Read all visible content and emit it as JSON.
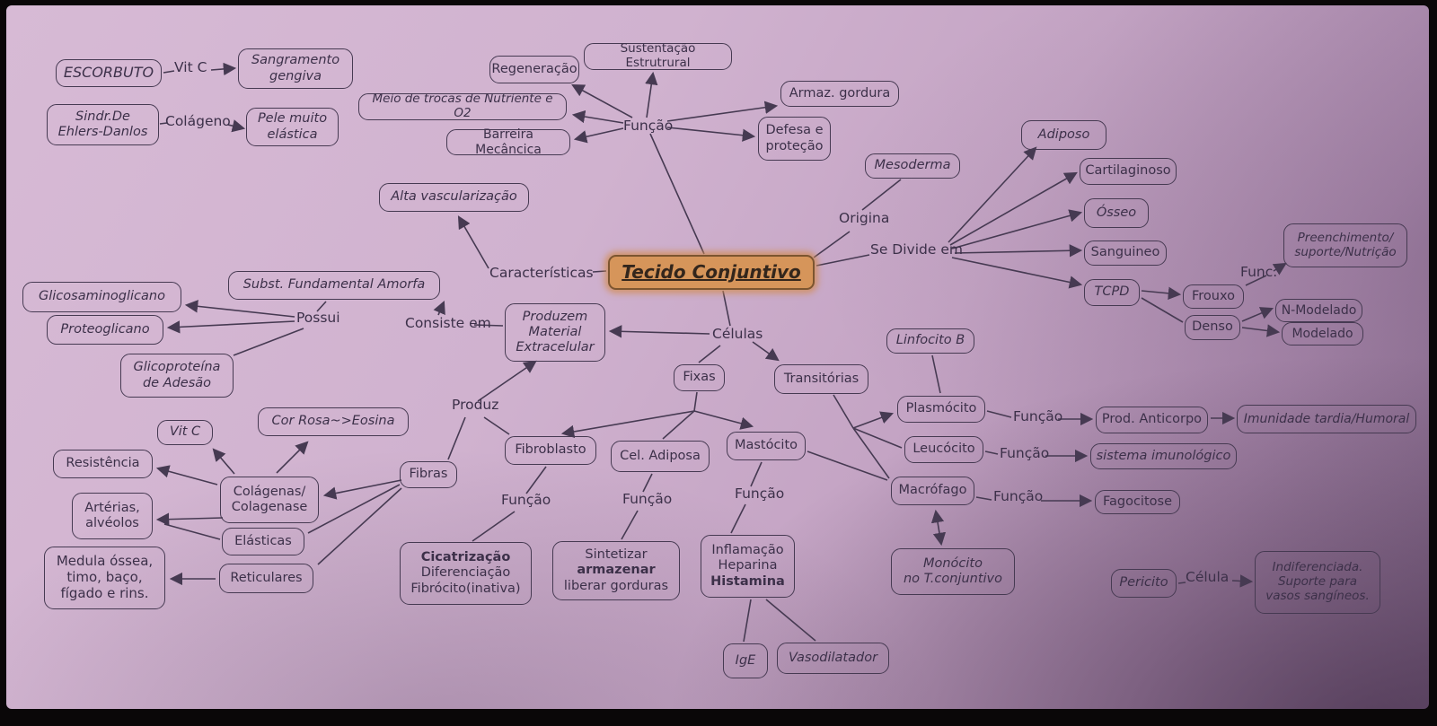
{
  "colors": {
    "paper": "#cbadca",
    "ink": "#463a52",
    "highlight": "#d6955a"
  },
  "center": {
    "label": "Tecido Conjuntivo"
  },
  "nodes": {
    "escorbuto": "ESCORBUTO",
    "sangramento": "Sangramento\ngengiva",
    "sindr": "Sindr.De\nEhlers-Danlos",
    "pele": "Pele muito\nelástica",
    "regeneracao": "Regeneração",
    "sustentacao": "Sustentação Estrutrural",
    "meio": "Meio de trocas de Nutriente e O2",
    "armaz": "Armaz. gordura",
    "barreira": "Barreira Mecâncica",
    "defesa": "Defesa e\nproteção",
    "mesoderma": "Mesoderma",
    "adiposo": "Adiposo",
    "cartilaginoso": "Cartilaginoso",
    "osseo": "Ósseo",
    "sanguineo": "Sanguineo",
    "tcpd": "TCPD",
    "preenchimento": "Preenchimento/\nsuporte/Nutrição",
    "frouxo": "Frouxo",
    "nmodelado": "N-Modelado",
    "denso": "Denso",
    "modelado": "Modelado",
    "alta": "Alta vascularização",
    "subst": "Subst. Fundamental Amorfa",
    "glicosamino": "Glicosaminoglicano",
    "proteoglicano": "Proteoglicano",
    "glicoproteina": "Glicoproteína\nde Adesão",
    "produzem": "Produzem\nMaterial\nExtracelular",
    "fixas": "Fixas",
    "transitorias": "Transitórias",
    "linfocito": "Linfocito B",
    "plasmocito": "Plasmócito",
    "vitc2": "Vit C",
    "corrosa": "Cor Rosa~>Eosina",
    "prodanticorpo": "Prod. Anticorpo",
    "imunidade": "Imunidade tardia/Humoral",
    "fibroblasto": "Fibroblasto",
    "celadiposa": "Cel. Adiposa",
    "mastocito": "Mastócito",
    "resistencia": "Resistência",
    "leucocito": "Leucócito",
    "sistema": "sistema imunológico",
    "fibras": "Fibras",
    "colagenas": "Colágenas/\nColagenase",
    "macrofago": "Macrófago",
    "fagocitose": "Fagocitose",
    "arterias": "Artérias,\nalvéolos",
    "elasticas": "Elásticas",
    "medula": "Medula óssea,\ntimo, baço,\nfígado e rins.",
    "reticulares": "Reticulares",
    "cicatrizacao": {
      "l1": "Cicatrização",
      "l2": "Diferenciação",
      "l3": "Fibrócito(inativa)"
    },
    "sintetizar": {
      "l1": "Sintetizar",
      "l2": "armazenar",
      "l3": "liberar gorduras"
    },
    "inflamacao": {
      "l1": "Inflamação",
      "l2": "Heparina",
      "l3": "Histamina"
    },
    "monocito": "Monócito\nno T.conjuntivo",
    "pericito": "Pericito",
    "indiferenciada": "Indiferenciada.\nSuporte para\nvasos sangíneos.",
    "ige": "IgE",
    "vasodilatador": "Vasodilatador"
  },
  "labels": {
    "vit_c_top": "Vit C",
    "colageno": "Colágeno",
    "funcao_top": "Função",
    "origina": "Origina",
    "se_divide": "Se Divide em",
    "func": "Func.",
    "caracteristicas": "Características",
    "possui": "Possui",
    "consiste_em": "Consiste em",
    "celulas": "Células",
    "produz": "Produz",
    "funcao_plasmocito": "Função",
    "funcao_leucocito": "Função",
    "funcao_macrofago": "Função",
    "funcao_fibroblasto": "Função",
    "funcao_celadiposa": "Função",
    "funcao_mastocito": "Função",
    "celula": "Célula"
  }
}
